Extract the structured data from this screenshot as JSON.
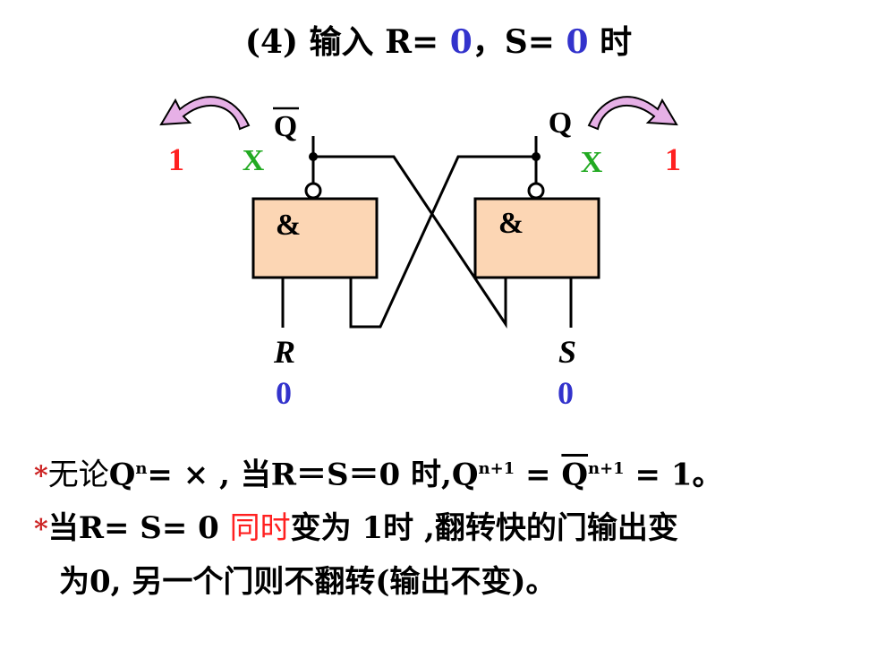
{
  "title": {
    "prefix": "(4)  输入 R= ",
    "r_value": "0",
    "mid": "，S= ",
    "s_value": "0",
    "suffix": " 时"
  },
  "diagram": {
    "left_output_label": "Q",
    "right_output_label": "Q",
    "left_prev_value": "1",
    "right_prev_value": "1",
    "left_x": "X",
    "right_x": "X",
    "gate_symbol": "&",
    "input_r_label": "R",
    "input_s_label": "S",
    "input_r_value": "0",
    "input_s_value": "0",
    "colors": {
      "gate_fill": "#fcd6b4",
      "arrow_fill": "#e6b0e6",
      "red": "#ff2020",
      "green": "#22aa22",
      "blue": "#3333cc"
    }
  },
  "bullets": {
    "star": "*",
    "line1": {
      "a": "无论",
      "q": "Q",
      "q_sup": "n",
      "b": "= × , 当R＝S＝0 时,",
      "q2": "Q",
      "q2_sup": "n+1",
      "c": " = ",
      "qbar": "Q",
      "qbar_sup": "n+1",
      "d": " = 1。"
    },
    "line2": {
      "a": "当R= S= 0 ",
      "highlight": "同时",
      "b": "变为 1时 ,翻转快的门输出变"
    },
    "line3": "为0, 另一个门则不翻转(输出不变)。"
  }
}
